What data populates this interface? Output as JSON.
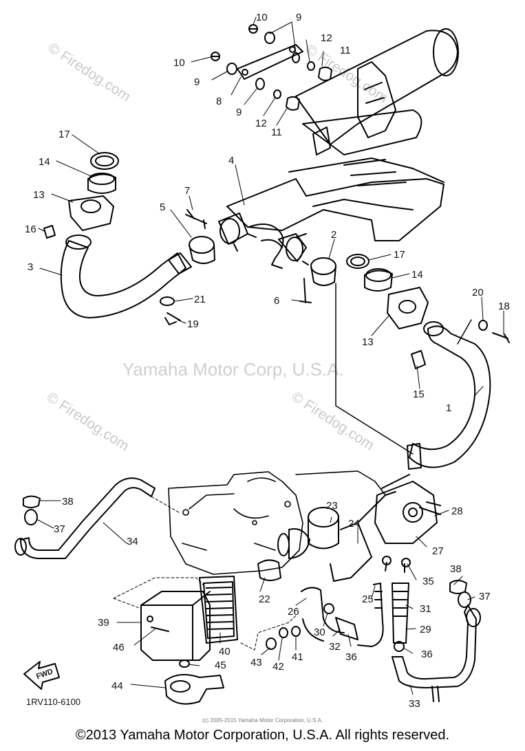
{
  "watermarks": {
    "center": "Yamaha Motor Corp, U.S.A.",
    "firedog_1": "© Firedog.com",
    "firedog_2": "© Firedog.com",
    "firedog_3": "© Firedog.com",
    "firedog_4": "© Firedog.com"
  },
  "diagram": {
    "code": "1RV110-6100",
    "fwd_label": "FWD",
    "small_copyright": "(c) 2005-2015 Yamaha Motor Corporation, U.S.A.",
    "copyright": "©2013 Yamaha Motor Corporation, U.S.A. All rights reserved.",
    "callouts": [
      "10",
      "9",
      "10",
      "9",
      "8",
      "9",
      "12",
      "11",
      "12",
      "11",
      "17",
      "14",
      "13",
      "16",
      "3",
      "5",
      "7",
      "4",
      "2",
      "6",
      "21",
      "19",
      "17",
      "14",
      "20",
      "18",
      "13",
      "15",
      "1",
      "38",
      "37",
      "34",
      "23",
      "24",
      "28",
      "27",
      "22",
      "26",
      "25",
      "35",
      "38",
      "37",
      "31",
      "29",
      "36",
      "30",
      "32",
      "36",
      "33",
      "39",
      "46",
      "40",
      "43",
      "42",
      "41",
      "45",
      "44"
    ]
  }
}
